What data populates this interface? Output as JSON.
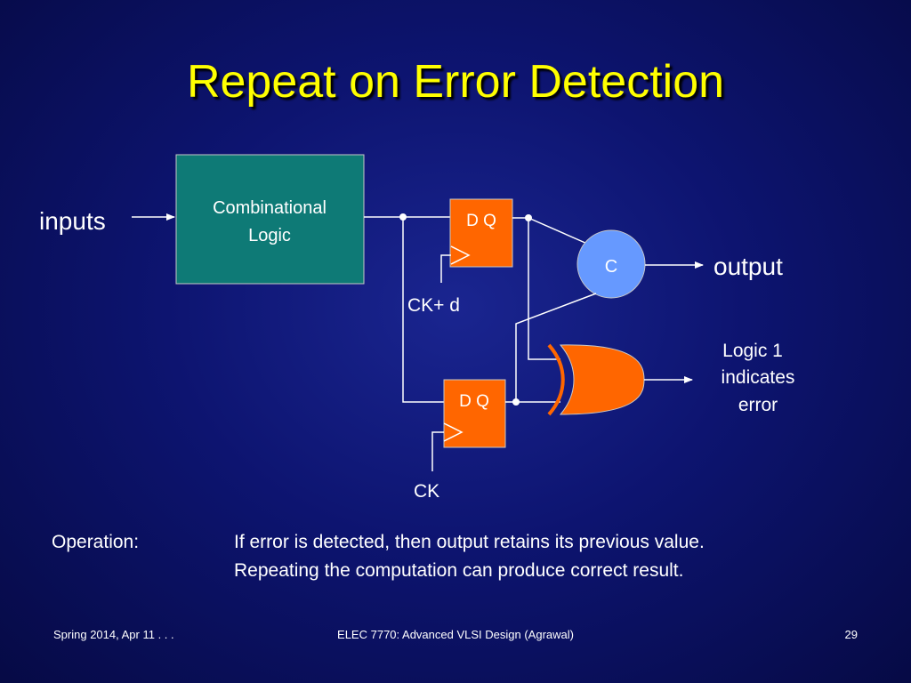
{
  "slide": {
    "title": "Repeat on Error Detection",
    "colors": {
      "background": "#0d1470",
      "title": "#ffff00",
      "comb_logic_fill": "#0e7a76",
      "flipflop_fill": "#ff6600",
      "comparator_fill": "#6699ff",
      "xor_fill": "#ff6600",
      "wire": "#ffffff"
    }
  },
  "diagram": {
    "inputs_label": "inputs",
    "comb_logic_line1": "Combinational",
    "comb_logic_line2": "Logic",
    "ff_top_label": "D Q",
    "ff_bottom_label": "D Q",
    "comparator_label": "C",
    "output_label": "output",
    "ck_delayed_label": "CK+ d",
    "ck_label": "CK",
    "error_line1": "Logic 1",
    "error_line2": "indicates",
    "error_line3": "error"
  },
  "text": {
    "operation_label": "Operation:",
    "operation_line1": "If error is detected, then output retains its previous value.",
    "operation_line2": "Repeating the computation can produce correct result."
  },
  "footer": {
    "left": "Spring 2014, Apr 11 . . .",
    "center": "ELEC 7770: Advanced VLSI Design (Agrawal)",
    "page": "29"
  }
}
